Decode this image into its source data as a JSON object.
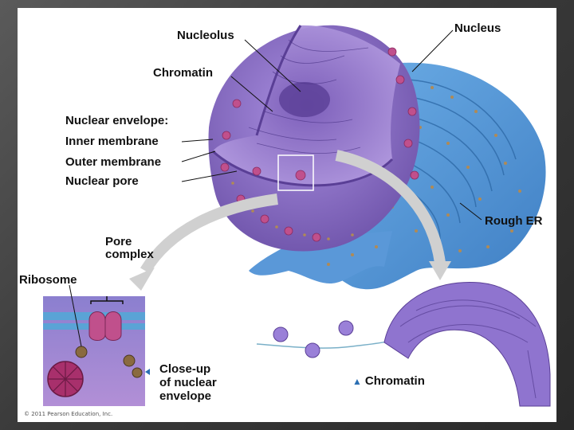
{
  "labels": {
    "nucleolus": "Nucleolus",
    "nucleus": "Nucleus",
    "chromatin_top": "Chromatin",
    "nuclear_envelope": "Nuclear envelope:",
    "inner_membrane": "Inner membrane",
    "outer_membrane": "Outer membrane",
    "nuclear_pore": "Nuclear pore",
    "rough_er": "Rough ER",
    "pore_complex_line1": "Pore",
    "pore_complex_line2": "complex",
    "ribosome": "Ribosome",
    "closeup_line1": "Close-up",
    "closeup_line2": "of nuclear",
    "closeup_line3": "envelope",
    "chromatin_bottom": "Chromatin"
  },
  "copyright": "© 2011 Pearson Education, Inc.",
  "colors": {
    "nucleus_purple": "#8a6fc0",
    "er_blue": "#4f8fd0",
    "pore_pink": "#c0508c",
    "arrow_gray": "#cfcfcf",
    "marker_blue": "#2b6fb3"
  }
}
